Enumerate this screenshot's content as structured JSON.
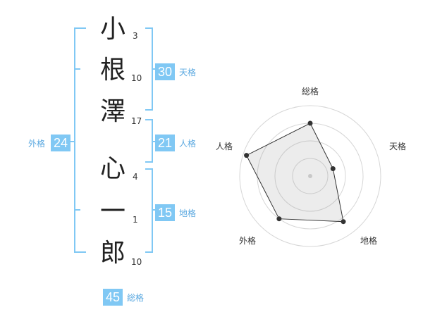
{
  "name": {
    "characters": [
      {
        "char": "小",
        "strokes": "3"
      },
      {
        "char": "根",
        "strokes": "10"
      },
      {
        "char": "澤",
        "strokes": "17"
      },
      {
        "char": "心",
        "strokes": "4"
      },
      {
        "char": "一",
        "strokes": "1"
      },
      {
        "char": "郎",
        "strokes": "10"
      }
    ]
  },
  "kakusu": {
    "tenkaku": {
      "value": "30",
      "label": "天格"
    },
    "jinkaku": {
      "value": "21",
      "label": "人格"
    },
    "chikaku": {
      "value": "15",
      "label": "地格"
    },
    "gaikaku": {
      "value": "24",
      "label": "外格"
    },
    "soukaku": {
      "value": "45",
      "label": "総格"
    }
  },
  "colors": {
    "accent": "#80c8f4",
    "bracket": "#80c8f4",
    "label": "#5aa8e0"
  },
  "chart_data": {
    "type": "radar",
    "axes": [
      "総格",
      "天格",
      "地格",
      "外格",
      "人格"
    ],
    "values": [
      0.75,
      0.34,
      0.8,
      0.75,
      0.95
    ],
    "range": [
      0,
      1
    ],
    "rings": 4
  }
}
